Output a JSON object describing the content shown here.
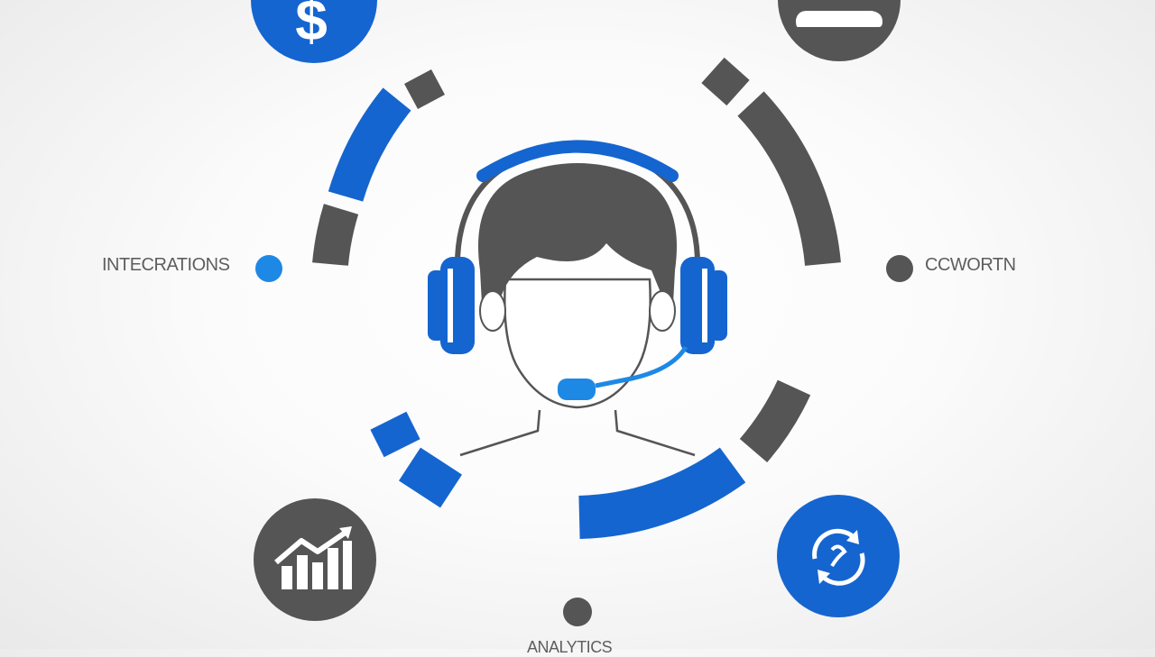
{
  "labels": {
    "left": "INTECRATIONS",
    "right": "CCWORTN",
    "bottom": "ANALYTICS"
  },
  "icons": {
    "top_left": "dollar-icon",
    "top_right": "cloud-icon",
    "bottom_left": "growth-chart-icon",
    "bottom_right": "refresh-icon",
    "center": "support-agent-headset-icon"
  },
  "colors": {
    "blue": "#1565d0",
    "light_blue": "#1e88e5",
    "dark_gray": "#555555",
    "background": "#f6f6f6"
  }
}
